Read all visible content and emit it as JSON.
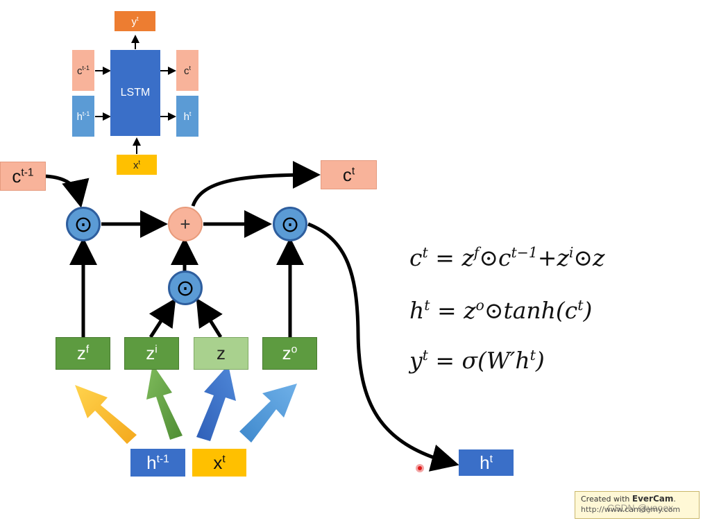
{
  "top_diagram": {
    "center_label": "LSTM",
    "y_label": "y",
    "y_sup": "t",
    "c_prev_label": "c",
    "c_prev_sup": "t-1",
    "h_prev_label": "h",
    "h_prev_sup": "t-1",
    "c_out_label": "c",
    "c_out_sup": "t",
    "h_out_label": "h",
    "h_out_sup": "t",
    "x_label": "x",
    "x_sup": "t"
  },
  "main_diagram": {
    "c_prev_label": "c",
    "c_prev_sup": "t-1",
    "c_out_label": "c",
    "c_out_sup": "t",
    "zf_label": "z",
    "zf_sup": "f",
    "zi_label": "z",
    "zi_sup": "i",
    "z_label": "z",
    "zo_label": "z",
    "zo_sup": "o",
    "h_prev_label": "h",
    "h_prev_sup": "t-1",
    "x_label": "x",
    "x_sup": "t",
    "h_out_label": "h",
    "h_out_sup": "t",
    "odot_symbol": "⊙",
    "plus_symbol": "+"
  },
  "equations": {
    "eq1": {
      "lhs": "c",
      "lhs_sup": "t",
      "equals": " = ",
      "a": "z",
      "a_sup": "f",
      "op1": "⊙",
      "b": "c",
      "b_sup": "t−1",
      "plus": "+",
      "c": "z",
      "c_sup": "i",
      "op2": "⊙",
      "d": "z"
    },
    "eq2": {
      "lhs": "h",
      "lhs_sup": "t",
      "equals": " = ",
      "a": "z",
      "a_sup": "o",
      "op1": "⊙",
      "rest": "tanh(c",
      "rest_sup": "t",
      "close": ")"
    },
    "eq3": {
      "lhs": "y",
      "lhs_sup": "t",
      "equals": " = ",
      "rest": "σ(W′h",
      "rest_sup": "t",
      "close": ")"
    }
  },
  "watermark": {
    "line1_prefix": "Created with ",
    "line1_brand": "EverCam",
    "line1_suffix": ".",
    "line2": "http://www.camdemy.com",
    "overlay": "CSDN @yaoox"
  },
  "colors": {
    "orange": "#ed7d31",
    "salmon": "#f8b39a",
    "blue": "#4472c4",
    "green": "#5d9b40",
    "light_green": "#a9d18e",
    "gold": "#ffc000",
    "node_blue": "#4a90d9"
  }
}
